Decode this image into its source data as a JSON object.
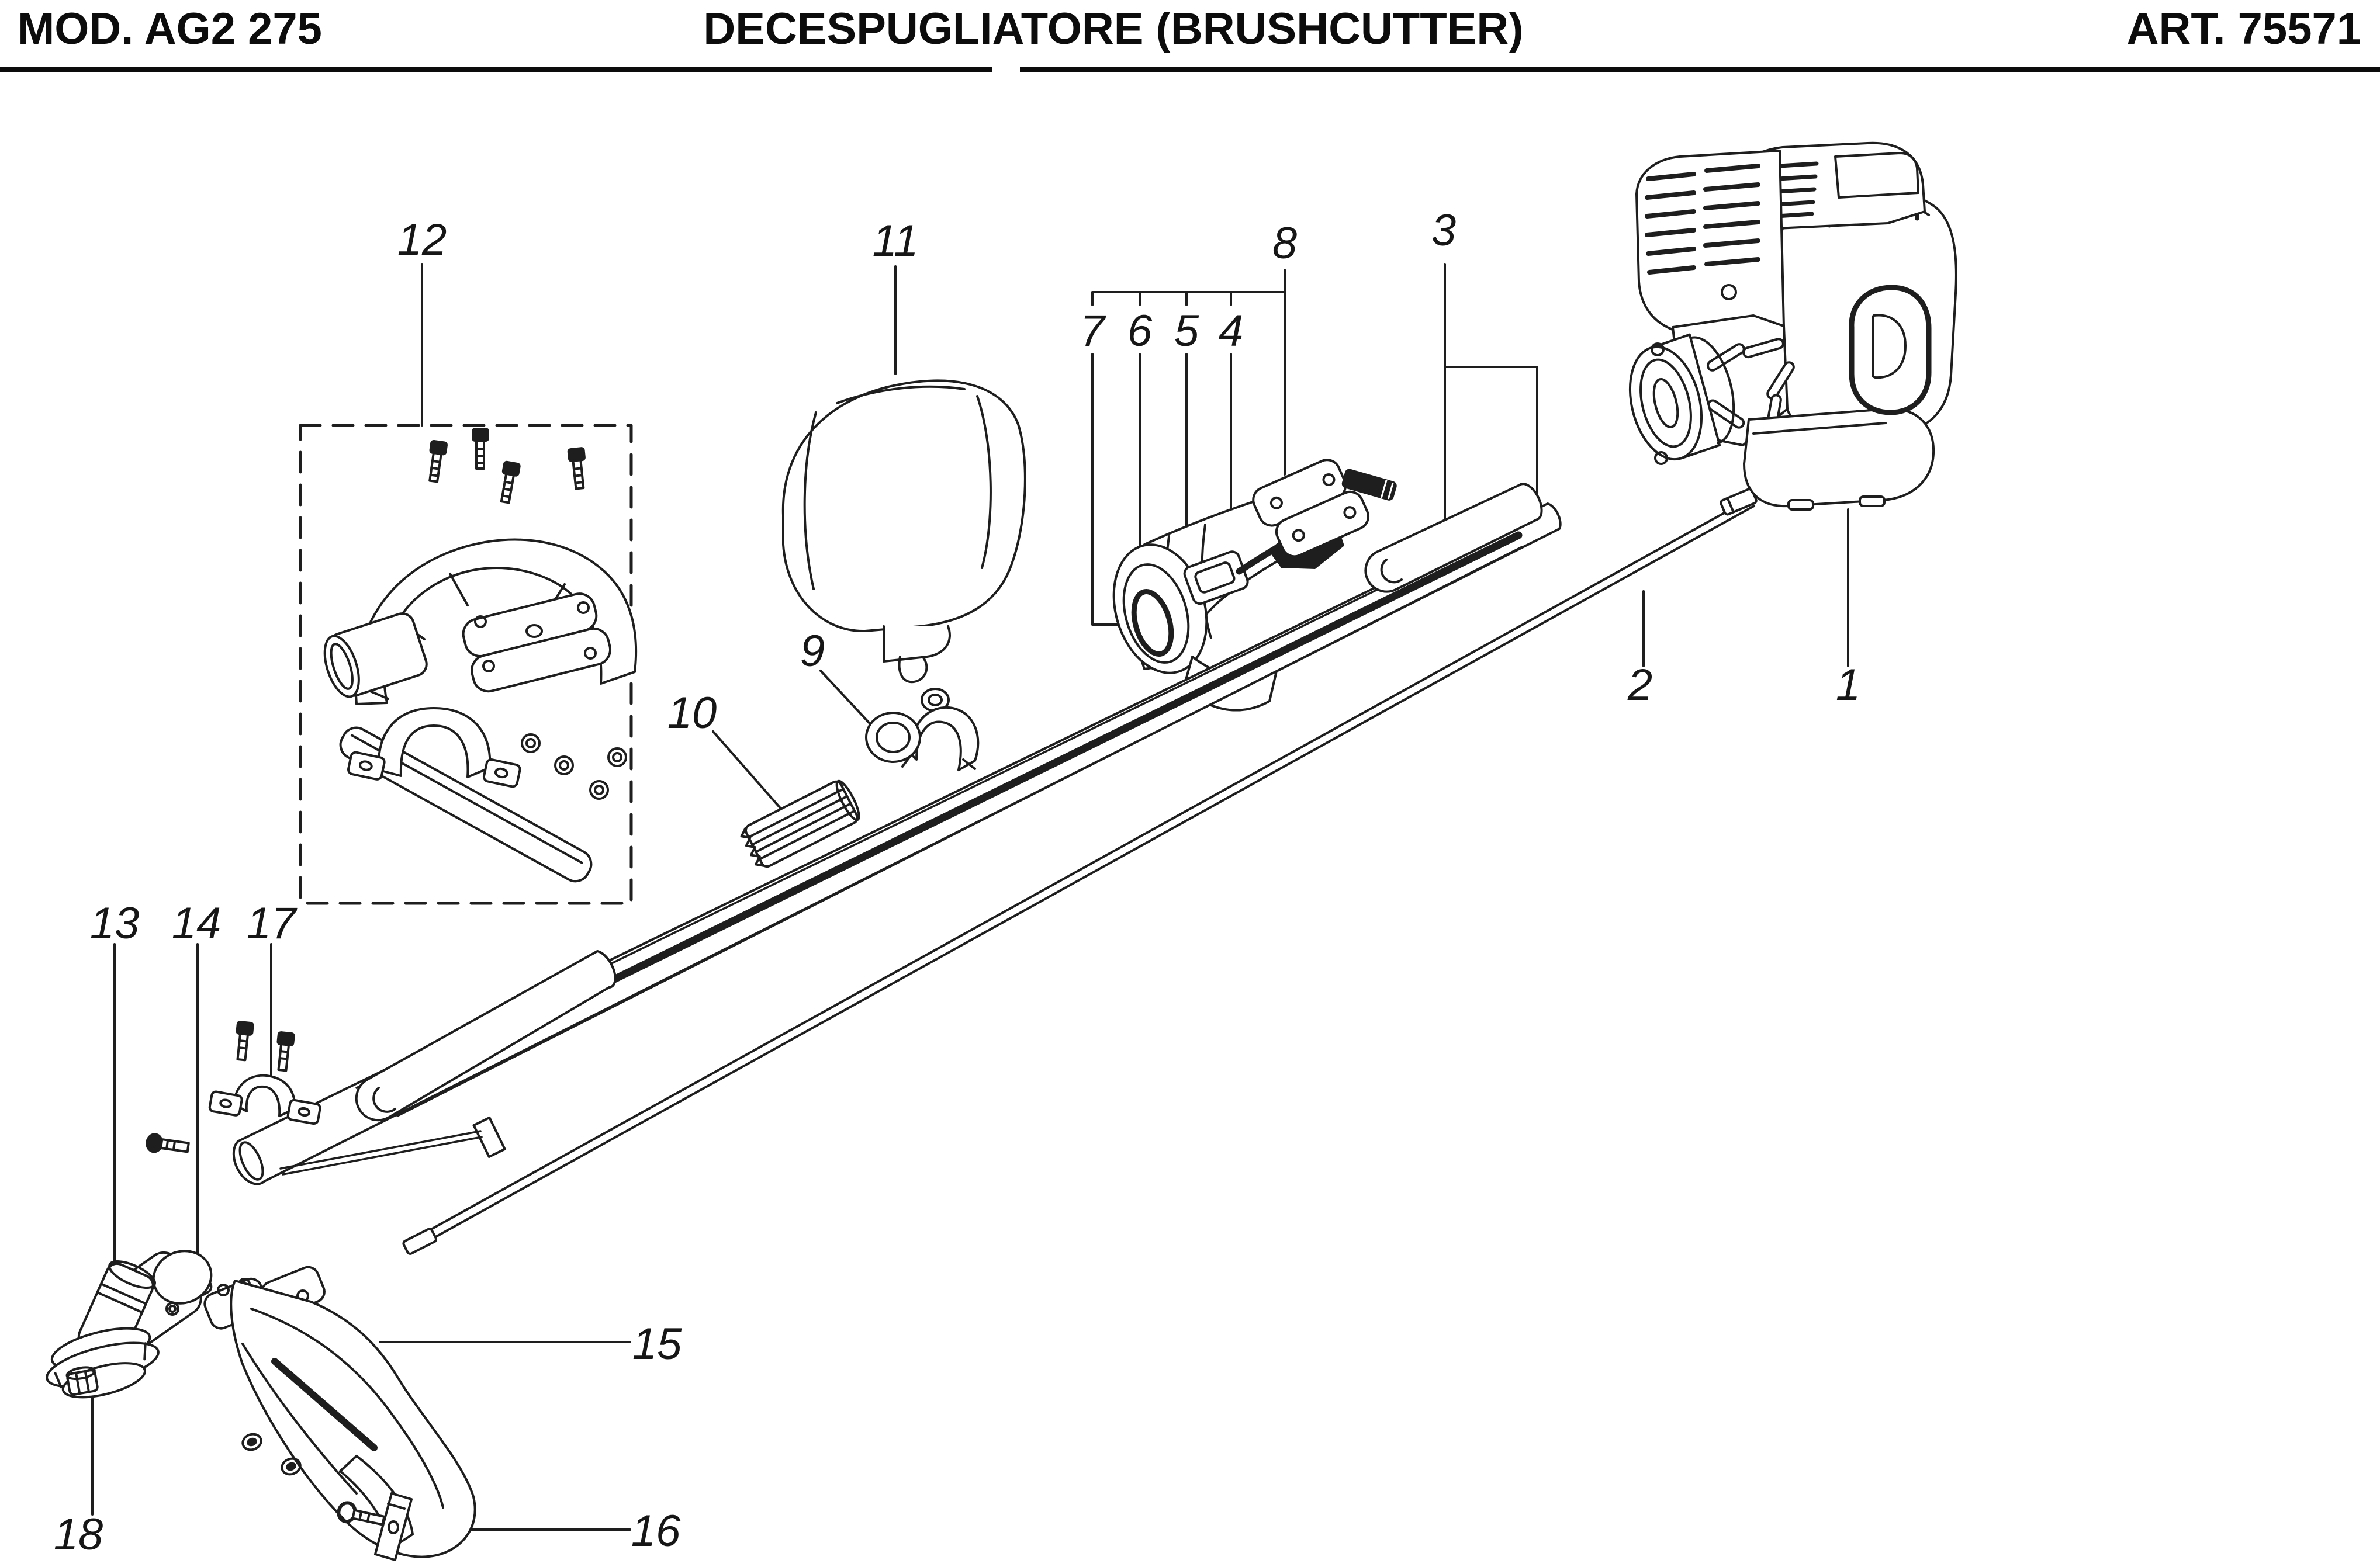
{
  "header": {
    "model": "MOD. AG2 275",
    "title": "DECESPUGLIATORE (BRUSHCUTTER)",
    "article": "ART. 75571"
  },
  "callouts": {
    "1": "1",
    "2": "2",
    "3": "3",
    "4": "4",
    "5": "5",
    "6": "6",
    "7": "7",
    "8": "8",
    "9": "9",
    "10": "10",
    "11": "11",
    "12": "12",
    "13": "13",
    "14": "14",
    "15": "15",
    "16": "16",
    "17": "17",
    "18": "18"
  },
  "colors": {
    "ink": "#1e1e1e",
    "paper": "#ffffff"
  }
}
